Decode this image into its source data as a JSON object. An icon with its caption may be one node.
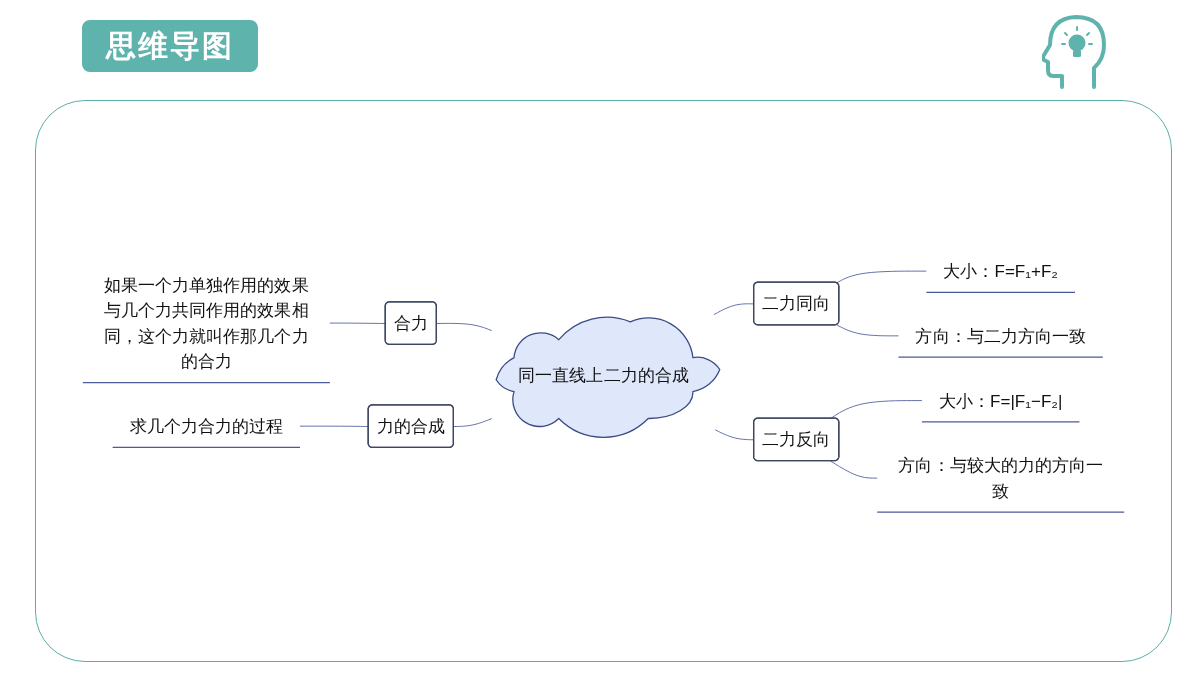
{
  "diagram": {
    "title": "思维导图",
    "nodes": [
      {
        "text": [
          "同一直线上二力的合成"
        ]
      },
      {
        "text": [
          "合力"
        ]
      },
      {
        "text": [
          "如果一个力单独作用的效果与几个力共同作用的效果相同，这个力就叫作那几个力的合力"
        ]
      },
      {
        "text": [
          "力的合成"
        ]
      },
      {
        "text": [
          "求几个力合力的过程"
        ]
      },
      {
        "text": [
          "二力同向"
        ]
      },
      {
        "text": [
          "大小：F=F₁+F₂"
        ]
      },
      {
        "text": [
          "方向：与二力方向一致"
        ]
      },
      {
        "text": [
          "二力反向"
        ]
      },
      {
        "text": [
          "大小：F=|F₁−F₂|"
        ]
      },
      {
        "text": [
          "方向：与较大的力的方向一致"
        ]
      }
    ],
    "edges": [
      {
        "from": 1,
        "to": 0,
        "arrow": "none"
      },
      {
        "from": 2,
        "to": 1,
        "arrow": "none"
      },
      {
        "from": 3,
        "to": 0,
        "arrow": "none"
      },
      {
        "from": 4,
        "to": 3,
        "arrow": "none"
      },
      {
        "from": 0,
        "to": 5,
        "arrow": "none"
      },
      {
        "from": 5,
        "to": 6,
        "arrow": "none"
      },
      {
        "from": 5,
        "to": 7,
        "arrow": "none"
      },
      {
        "from": 0,
        "to": 8,
        "arrow": "none"
      },
      {
        "from": 8,
        "to": 9,
        "arrow": "none"
      },
      {
        "from": 8,
        "to": 10,
        "arrow": "none"
      }
    ]
  }
}
